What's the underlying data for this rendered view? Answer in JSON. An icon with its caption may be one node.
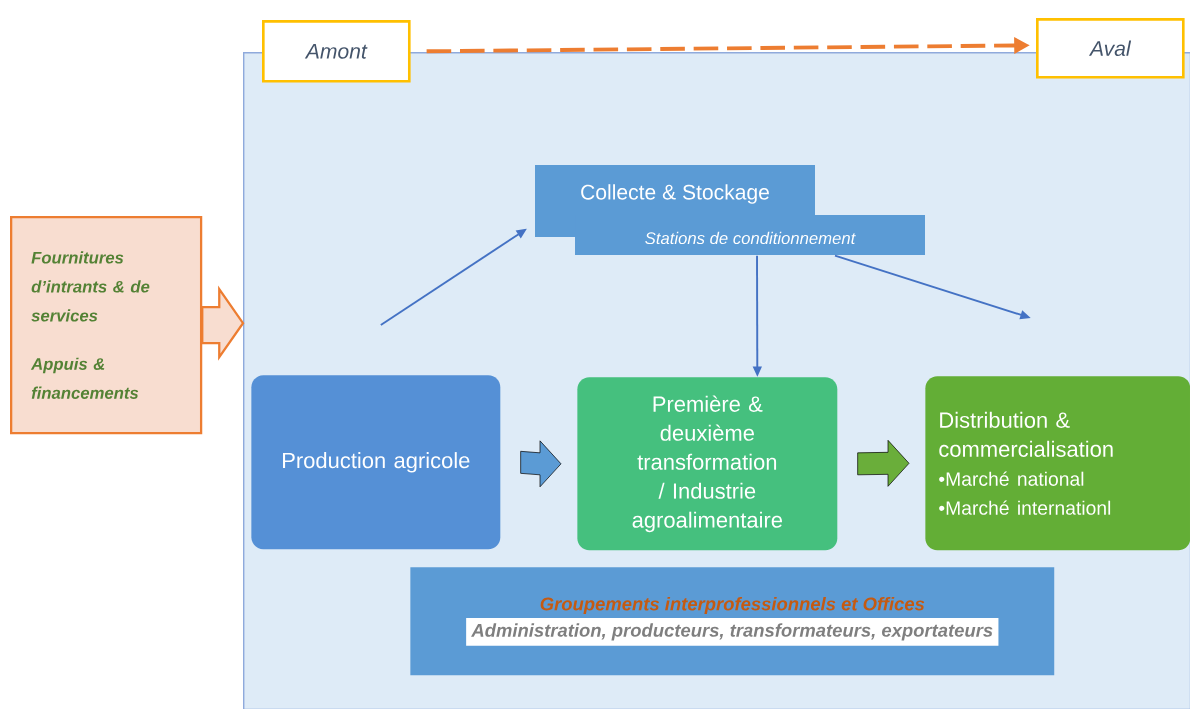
{
  "diagram": {
    "nodes": [
      {
        "text": [],
        "shape": "box"
      },
      {
        "text": [
          "Amont"
        ]
      },
      {
        "text": [
          "Aval"
        ]
      },
      {
        "text": [
          "Fournitures d’intrants & de services",
          "Appuis & financements"
        ]
      },
      {
        "text": [
          "Collecte & Stockage",
          "Stations de conditionnement"
        ],
        "in": 0
      },
      {
        "text": [
          "Production agricole"
        ],
        "in": 0
      },
      {
        "text": [
          "Première & deuxième transformation / Industrie agroalimentaire"
        ],
        "in": 0
      },
      {
        "text": [
          "Distribution & commercialisation",
          "•Marché national",
          "•Marché internationl"
        ],
        "in": 0
      },
      {
        "text": [
          "Groupements interprofessionnels et Offices",
          "Administration, producteurs, transformateurs, exportateurs"
        ],
        "in": 0
      }
    ],
    "edges": [
      {
        "from": 1,
        "to": 2,
        "arrow": "to",
        "style": "dashed",
        "color": "#ed7d31"
      },
      {
        "from": 3,
        "to": 0,
        "arrow": "to",
        "style": "thick",
        "color": "#ed7d31"
      },
      {
        "from": 5,
        "to": 4,
        "arrow": "to"
      },
      {
        "from": 4,
        "to": 6,
        "arrow": "to"
      },
      {
        "from": 4,
        "to": 7,
        "arrow": "to"
      },
      {
        "from": 5,
        "to": 6,
        "arrow": "to",
        "style": "thick",
        "color": "#5b9bd5"
      },
      {
        "from": 6,
        "to": 7,
        "arrow": "to",
        "style": "thick",
        "color": "#6aae3a"
      }
    ]
  }
}
